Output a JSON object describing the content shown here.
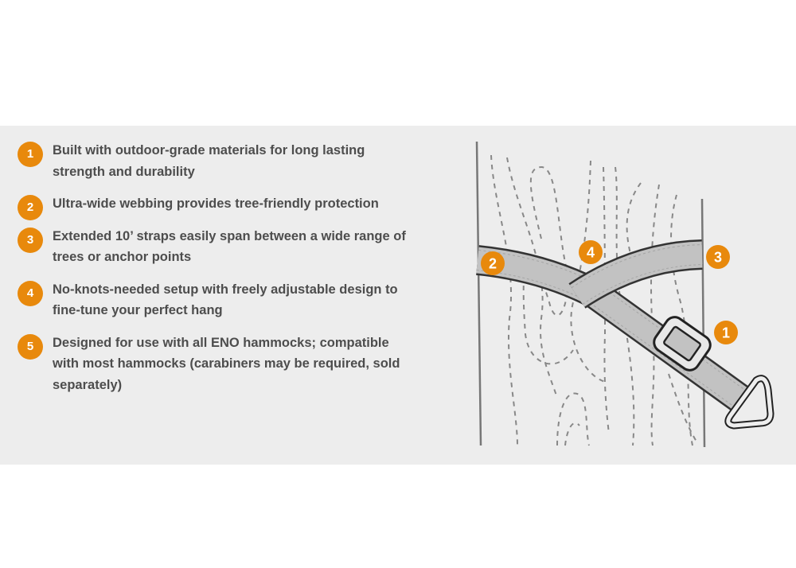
{
  "features": [
    {
      "number": "1",
      "text": "Built with outdoor-grade materials for long lasting strength and durability"
    },
    {
      "number": "2",
      "text": "Ultra-wide webbing provides tree-friendly protection"
    },
    {
      "number": "3",
      "text": "Extended 10’ straps easily span between a wide range of trees or anchor points"
    },
    {
      "number": "4",
      "text": "No-knots-needed setup with freely adjustable design to fine-tune your perfect hang"
    },
    {
      "number": "5",
      "text": "Designed for use with all ENO hammocks; compatible with most hammocks (carabiners may be required, sold separately)"
    }
  ],
  "illustration": {
    "callouts": [
      "1",
      "2",
      "3",
      "4"
    ]
  },
  "colors": {
    "accent": "#e8890c",
    "band": "#ededed",
    "text": "#4d4d4d"
  }
}
